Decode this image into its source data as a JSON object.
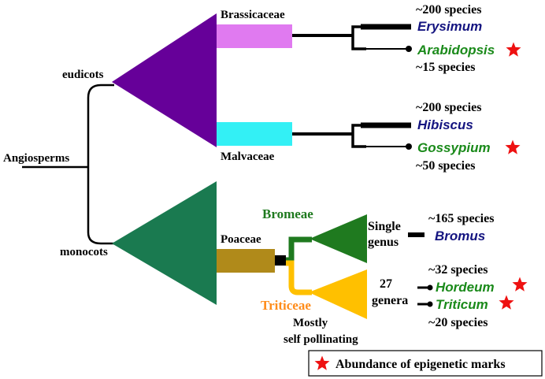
{
  "root_label": "Angiosperms",
  "eudicots": {
    "label": "eudicots",
    "brassicaceae": {
      "label": "Brassicaceae",
      "genus1": "Erysimum",
      "genus1_count": "~200 species",
      "genus2": "Arabidopsis",
      "genus2_count": "~15 species"
    },
    "malvaceae": {
      "label": "Malvaceae",
      "genus1": "Hibiscus",
      "genus1_count": "~200 species",
      "genus2": "Gossypium",
      "genus2_count": "~50 species"
    }
  },
  "monocots": {
    "label": "monocots",
    "poaceae": {
      "label": "Poaceae",
      "bromeae": {
        "label": "Bromeae",
        "note_line1": "Single",
        "note_line2": "genus",
        "genus": "Bromus",
        "genus_count": "~165 species"
      },
      "triticeae": {
        "label": "Triticeae",
        "note_line1": "Mostly",
        "note_line2": "self pollinating",
        "genera_line1": "27",
        "genera_line2": "genera",
        "genus1": "Hordeum",
        "genus1_count": "~32 species",
        "genus2": "Triticum",
        "genus2_count": "~20 species"
      }
    }
  },
  "legend": {
    "icon": "star-icon",
    "text": "Abundance of epigenetic marks"
  },
  "colors": {
    "brassicaceae": "#660099",
    "brassicaceae_bar": "#E07AF0",
    "malvaceae_bar": "#33F0F5",
    "monocots": "#1A7A50",
    "poaceae_bar": "#B08A1A",
    "bromeae": "#1F7A1F",
    "triticeae": "#FFC000",
    "triticeae_label": "#FF8C1A",
    "blue_genus": "#141480",
    "green_genus": "#1A8A1A",
    "star": "#EE1111"
  }
}
